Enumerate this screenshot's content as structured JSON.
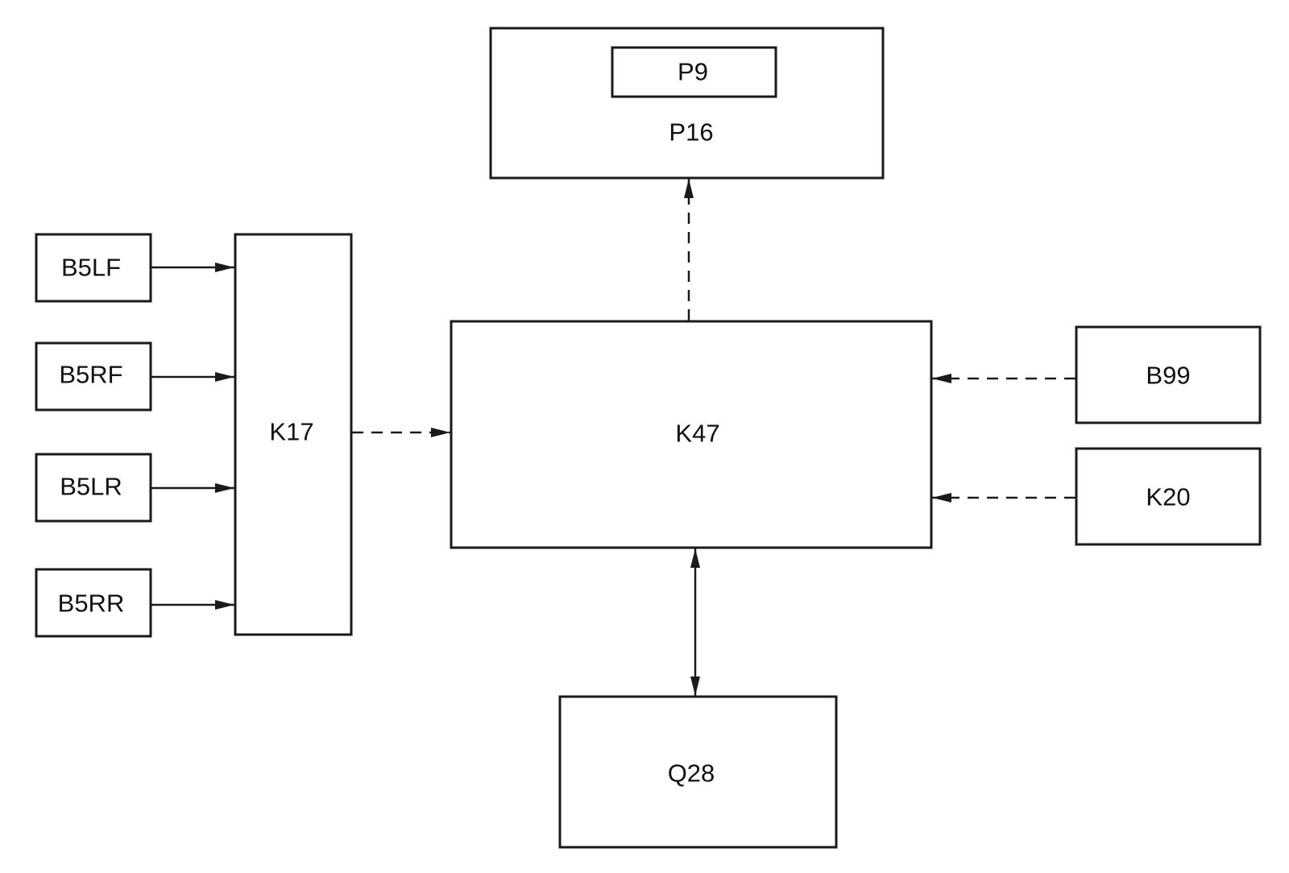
{
  "blocks": {
    "p16": "P16",
    "p9": "P9",
    "b5lf": "B5LF",
    "b5rf": "B5RF",
    "b5lr": "B5LR",
    "b5rr": "B5RR",
    "k17": "K17",
    "k47": "K47",
    "b99": "B99",
    "k20": "K20",
    "q28": "Q28"
  },
  "connections": [
    {
      "from": "B5LF",
      "to": "K17",
      "style": "solid",
      "direction": "forward"
    },
    {
      "from": "B5RF",
      "to": "K17",
      "style": "solid",
      "direction": "forward"
    },
    {
      "from": "B5LR",
      "to": "K17",
      "style": "solid",
      "direction": "forward"
    },
    {
      "from": "B5RR",
      "to": "K17",
      "style": "solid",
      "direction": "forward"
    },
    {
      "from": "K17",
      "to": "K47",
      "style": "dashed",
      "direction": "forward"
    },
    {
      "from": "K47",
      "to": "P16",
      "style": "dashed",
      "direction": "forward"
    },
    {
      "from": "B99",
      "to": "K47",
      "style": "dashed",
      "direction": "forward"
    },
    {
      "from": "K20",
      "to": "K47",
      "style": "dashed",
      "direction": "forward"
    },
    {
      "from": "K47",
      "to": "Q28",
      "style": "solid",
      "direction": "both"
    }
  ],
  "colors": {
    "line": "#1a1a1a",
    "text": "#111111",
    "background": "#ffffff"
  }
}
